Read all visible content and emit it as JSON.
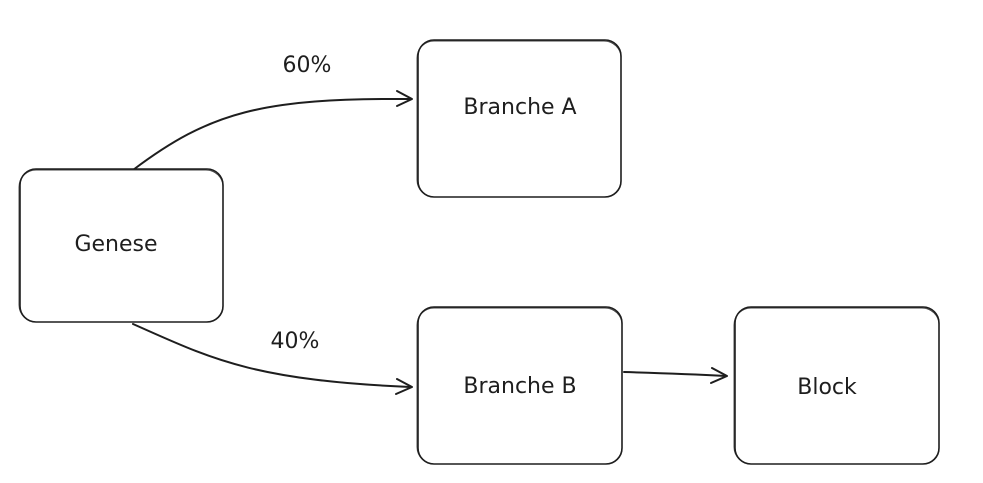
{
  "diagram": {
    "nodes": [
      {
        "id": "genese",
        "label": "Genese"
      },
      {
        "id": "branche-a",
        "label": "Branche A"
      },
      {
        "id": "branche-b",
        "label": "Branche B"
      },
      {
        "id": "block",
        "label": "Block"
      }
    ],
    "edges": [
      {
        "from": "genese",
        "to": "branche-a",
        "label": "60%"
      },
      {
        "from": "genese",
        "to": "branche-b",
        "label": "40%"
      },
      {
        "from": "branche-b",
        "to": "block",
        "label": ""
      }
    ],
    "colors": {
      "stroke": "#1e1e1e",
      "background": "#ffffff"
    }
  }
}
